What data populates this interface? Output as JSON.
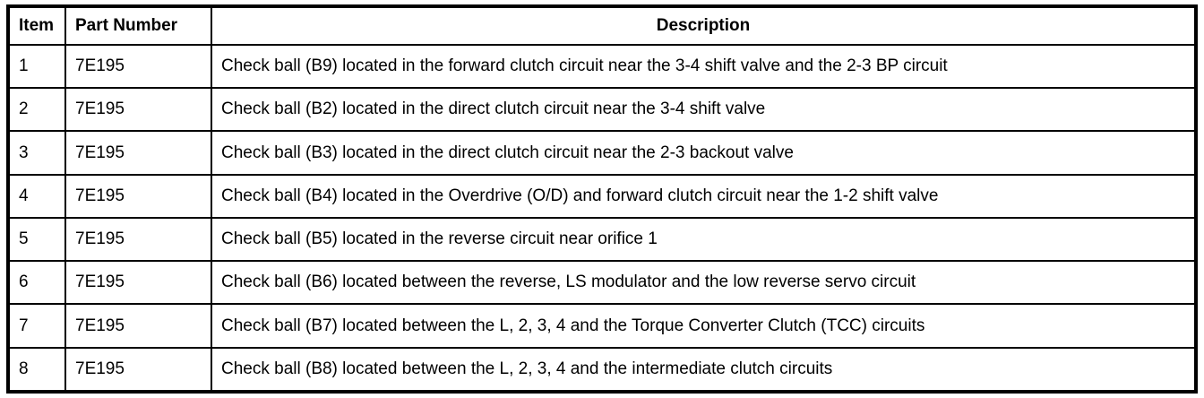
{
  "table": {
    "headers": {
      "item": "Item",
      "part_number": "Part Number",
      "description": "Description"
    },
    "rows": [
      {
        "item": "1",
        "part_number": "7E195",
        "description": "Check ball (B9) located in the forward clutch circuit near the 3-4 shift valve and the 2-3 BP circuit"
      },
      {
        "item": "2",
        "part_number": "7E195",
        "description": "Check ball (B2) located in the direct clutch circuit near the 3-4 shift valve"
      },
      {
        "item": "3",
        "part_number": "7E195",
        "description": "Check ball (B3) located in the direct clutch circuit near the 2-3 backout valve"
      },
      {
        "item": "4",
        "part_number": "7E195",
        "description": "Check ball (B4) located in the Overdrive (O/D) and forward clutch circuit near the 1-2 shift valve"
      },
      {
        "item": "5",
        "part_number": "7E195",
        "description": "Check ball (B5) located in the reverse circuit near orifice 1"
      },
      {
        "item": "6",
        "part_number": "7E195",
        "description": "Check ball (B6) located between the reverse, LS modulator and the low reverse servo circuit"
      },
      {
        "item": "7",
        "part_number": "7E195",
        "description": "Check ball (B7) located between the L, 2, 3, 4 and the Torque Converter Clutch (TCC) circuits"
      },
      {
        "item": "8",
        "part_number": "7E195",
        "description": "Check ball (B8) located between the L, 2, 3, 4 and the intermediate clutch circuits"
      }
    ],
    "colors": {
      "border": "#000000",
      "text": "#000000",
      "background": "#ffffff"
    }
  }
}
